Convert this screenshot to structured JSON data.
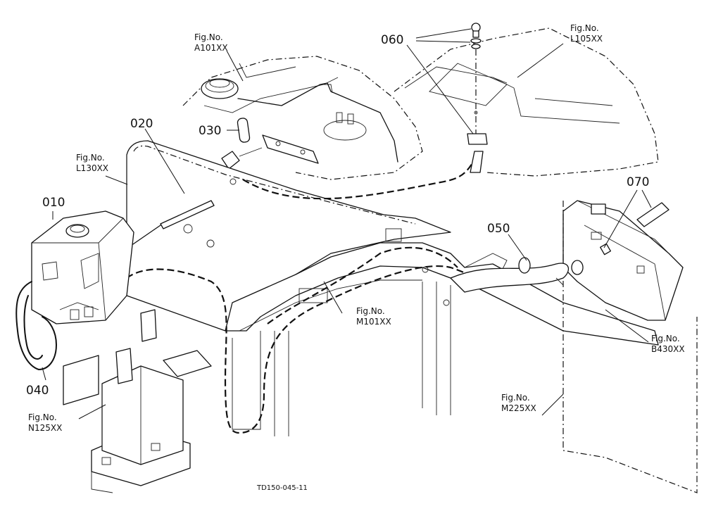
{
  "fig_refs": {
    "a101": {
      "line1": "Fig.No.",
      "line2": "A101XX"
    },
    "l105": {
      "line1": "Fig.No.",
      "line2": "L105XX"
    },
    "l130": {
      "line1": "Fig.No.",
      "line2": "L130XX"
    },
    "m101": {
      "line1": "Fig.No.",
      "line2": "M101XX"
    },
    "b430": {
      "line1": "Fig.No.",
      "line2": "B430XX"
    },
    "m225": {
      "line1": "Fig.No.",
      "line2": "M225XX"
    },
    "n125": {
      "line1": "Fig.No.",
      "line2": "N125XX"
    }
  },
  "parts": {
    "p010": "010",
    "p020": "020",
    "p030": "030",
    "p040": "040",
    "p050": "050",
    "p060": "060",
    "p070": "070"
  },
  "drawing_code": "TD150-045-11"
}
